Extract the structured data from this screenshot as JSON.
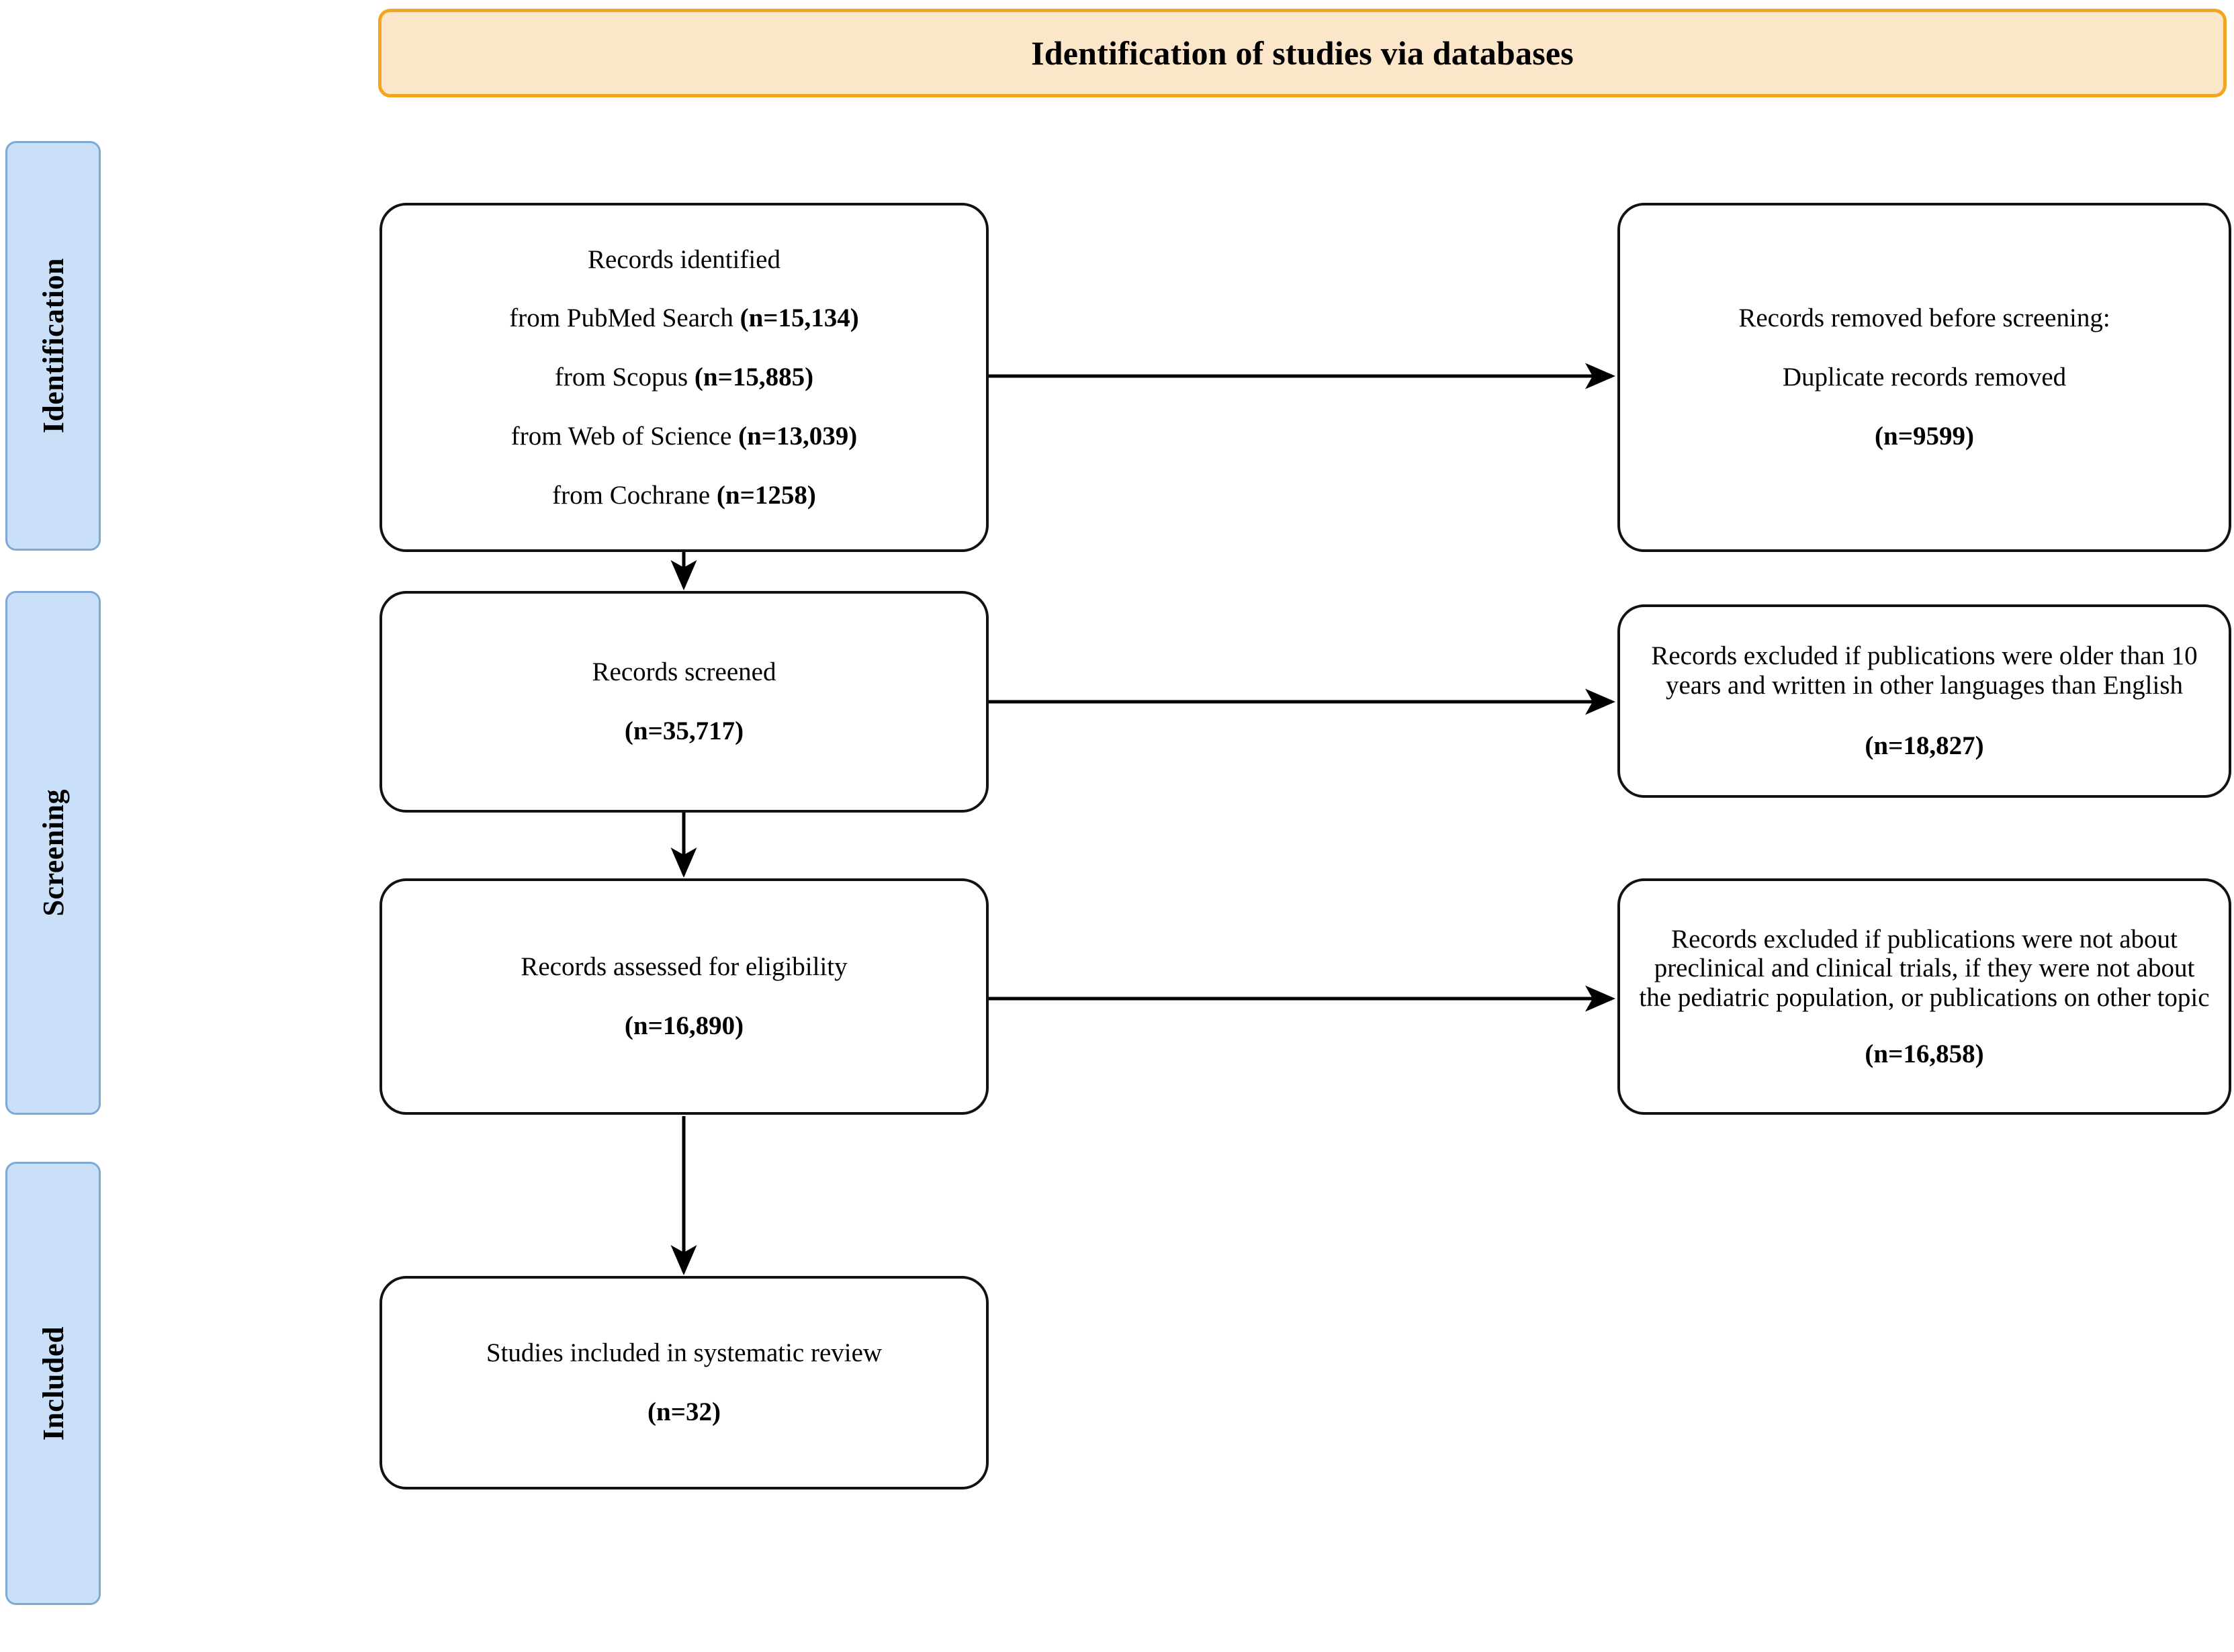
{
  "header": {
    "title": "Identification of studies via databases",
    "fill_color": "#fce6c9",
    "border_color": "#f4a51f"
  },
  "stages": [
    {
      "label": "Identification",
      "fill_color": "#c9e0f8",
      "border_color": "#7fa8d4"
    },
    {
      "label": "Screening",
      "fill_color": "#c9e0f8",
      "border_color": "#7fa8d4"
    },
    {
      "label": "Included",
      "fill_color": "#c9e0f8",
      "border_color": "#7fa8d4"
    }
  ],
  "boxes": {
    "identified": {
      "heading": "Records identified",
      "sources": [
        {
          "prefix": "from PubMed Search ",
          "count": "(n=15,134)"
        },
        {
          "prefix": "from Scopus ",
          "count": "(n=15,885)"
        },
        {
          "prefix": "from Web of Science ",
          "count": "(n=13,039)"
        },
        {
          "prefix": "from Cochrane ",
          "count": "(n=1258)"
        }
      ]
    },
    "removed": {
      "line1": "Records removed before screening:",
      "line2": "Duplicate records removed",
      "count": "(n=9599)"
    },
    "screened": {
      "label": "Records screened",
      "count": "(n=35,717)"
    },
    "excluded_1": {
      "text": "Records excluded if publications were older than 10 years and written in other languages than English",
      "count": "(n=18,827)"
    },
    "eligibility": {
      "label": "Records assessed for eligibility",
      "count": "(n=16,890)"
    },
    "excluded_2": {
      "text": "Records excluded if publications were not about preclinical and clinical trials, if they were not about the pediatric population, or publications on other topic",
      "count": "(n=16,858)"
    },
    "included": {
      "label": "Studies included in systematic review",
      "count": "(n=32)"
    }
  },
  "connectors": {
    "stroke_color": "#000000",
    "arrow_style": "solid-triangle"
  }
}
